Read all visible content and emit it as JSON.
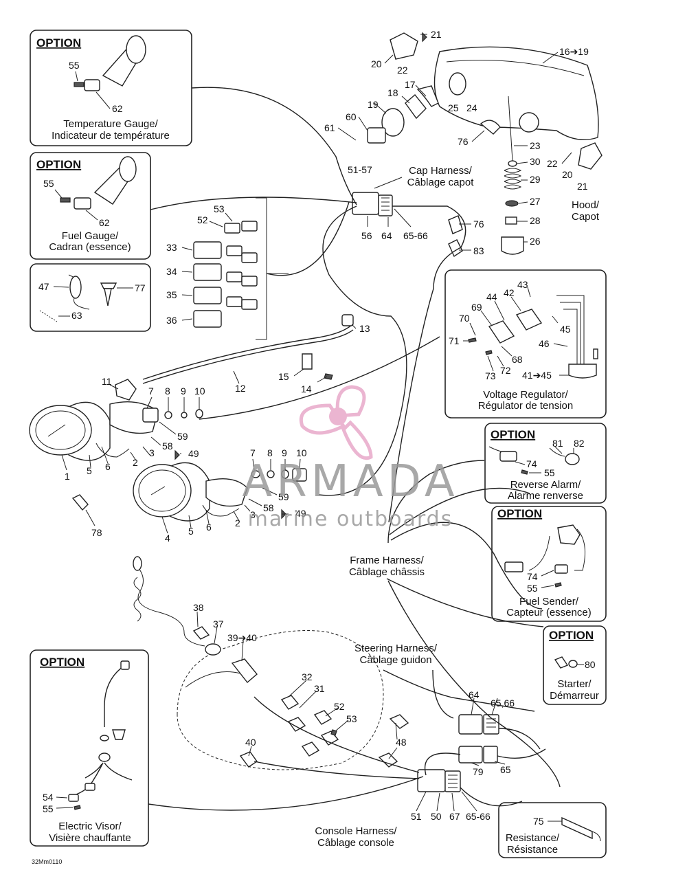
{
  "option_label": "OPTION",
  "boxes": {
    "temp_gauge": {
      "num1": "55",
      "num2": "62",
      "line1": "Temperature Gauge/",
      "line2": "Indicateur de température"
    },
    "fuel_gauge": {
      "num1": "55",
      "num2": "62",
      "line1": "Fuel Gauge/",
      "line2": "Cadran (essence)"
    },
    "hardware": {
      "n47": "47",
      "n77": "77",
      "n63": "63"
    },
    "voltage": {
      "n43": "43",
      "n42": "42",
      "n44": "44",
      "n69": "69",
      "n70": "70",
      "n45": "45",
      "n71": "71",
      "n46": "46",
      "n68": "68",
      "n72": "72",
      "n73": "73",
      "n41": "41➔45",
      "line1": "Voltage Regulator/",
      "line2": "Régulator de tension"
    },
    "reverse_alarm": {
      "n81": "81",
      "n82": "82",
      "n74": "74",
      "n55": "55",
      "line1": "Reverse Alarm/",
      "line2": "Alarme renverse"
    },
    "fuel_sender": {
      "n74": "74",
      "n55": "55",
      "line1": "Fuel Sender/",
      "line2": "Capteur (essence)"
    },
    "starter": {
      "n80": "80",
      "line1": "Starter/",
      "line2": "Démarreur"
    },
    "electric_visor": {
      "n54": "54",
      "n55": "55",
      "line1": "Electric Visor/",
      "line2": "Visière chauffante"
    },
    "resistance": {
      "n75": "75",
      "line1": "Resistance/",
      "line2": "Résistance"
    }
  },
  "hood": {
    "n21a": "21",
    "n20a": "20",
    "n22a": "22",
    "n16": "16➔19",
    "n17": "17",
    "n18": "18",
    "n25": "25",
    "n24": "24",
    "n19": "19",
    "n60": "60",
    "n61": "61",
    "n76": "76",
    "n23": "23",
    "n22b": "22",
    "n20b": "20",
    "n21b": "21",
    "n30": "30",
    "n29": "29",
    "n27": "27",
    "n28": "28",
    "n26": "26",
    "line1": "Hood/",
    "line2": "Capot"
  },
  "cap_harness": {
    "n51": "51-57",
    "n56": "56",
    "n64": "64",
    "n65": "65-66",
    "n76": "76",
    "n83": "83",
    "line1": "Cap Harness/",
    "line2": "Câblage capot"
  },
  "connectors": {
    "n53": "53",
    "n52": "52",
    "n33": "33",
    "n34": "34",
    "n35": "35",
    "n36": "36"
  },
  "cable": {
    "n13": "13",
    "n12": "12",
    "n15": "15",
    "n14": "14"
  },
  "gauges": {
    "n11": "11",
    "n7a": "7",
    "n8a": "8",
    "n9a": "9",
    "n10a": "10",
    "n59a": "59",
    "n58a": "58",
    "n49a": "49",
    "n3a": "3",
    "n2a": "2",
    "n1": "1",
    "n5a": "5",
    "n6a": "6",
    "n7b": "7",
    "n8b": "8",
    "n9b": "9",
    "n10b": "10",
    "n59b": "59",
    "n58b": "58",
    "n49b": "49",
    "n3b": "3",
    "n2b": "2",
    "n4": "4",
    "n5b": "5",
    "n6b": "6",
    "n78": "78"
  },
  "frame_harness": {
    "line1": "Frame Harness/",
    "line2": "Câblage châssis"
  },
  "steering_harness": {
    "line1": "Steering Harness/",
    "line2": "Câblage guidon"
  },
  "console": {
    "n38": "38",
    "n37": "37",
    "n39": "39➔40",
    "n32": "32",
    "n31": "31",
    "n52": "52",
    "n53": "53",
    "n40": "40",
    "n48": "48",
    "n64": "64",
    "n6566a": "65,66",
    "n79": "79",
    "n65b": "65",
    "n51": "51",
    "n50": "50",
    "n67": "67",
    "n6566b": "65-66",
    "line1": "Console Harness/",
    "line2": "Câblage console"
  },
  "figure_code": "32Mm0110",
  "watermark": {
    "brand": "ARMADA",
    "tagline": "marine outboards",
    "color": "#e8a9c9"
  }
}
